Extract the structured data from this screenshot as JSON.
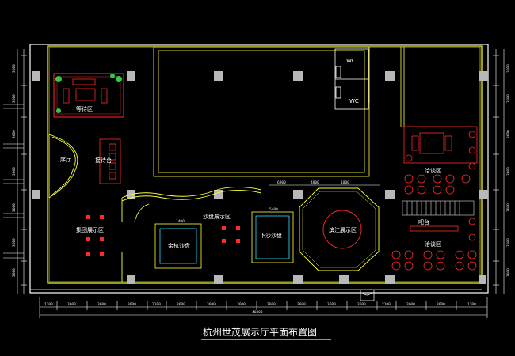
{
  "title": "杭州世茂展示厅平面布置图",
  "rooms": {
    "wc_upper": "WC",
    "wc_lower": "WC",
    "vip_room": "等待区",
    "foyer": "序厅",
    "reception": "接待台",
    "group_exhibit": "集团展示区",
    "sandtable_exhibit": "沙盘展示区",
    "yuhang_sandtable": "余杭沙盘",
    "xiasha_sandtable": "下沙沙盘",
    "binjiang_exhibit": "滨江展示区",
    "negotiation_upper": "洽谈区",
    "bar": "吧台",
    "negotiation_lower": "洽谈区"
  },
  "dims": {
    "bottom": [
      "1200",
      "3600",
      "3600",
      "3600",
      "2100",
      "3600",
      "3600",
      "3600",
      "3600",
      "3600",
      "3600",
      "3600",
      "2100",
      "3600",
      "3600",
      "1200"
    ],
    "total_bottom": "46800",
    "left": [
      "3600",
      "3600",
      "3600",
      "3600",
      "3600",
      "3600",
      "3600"
    ],
    "right": [
      "3600",
      "3600",
      "3600",
      "3600",
      "3600",
      "3600",
      "3600"
    ],
    "top_inner": [
      "6900",
      "4800",
      "1800"
    ],
    "sand_a": "1400",
    "sand_b": "5400"
  }
}
